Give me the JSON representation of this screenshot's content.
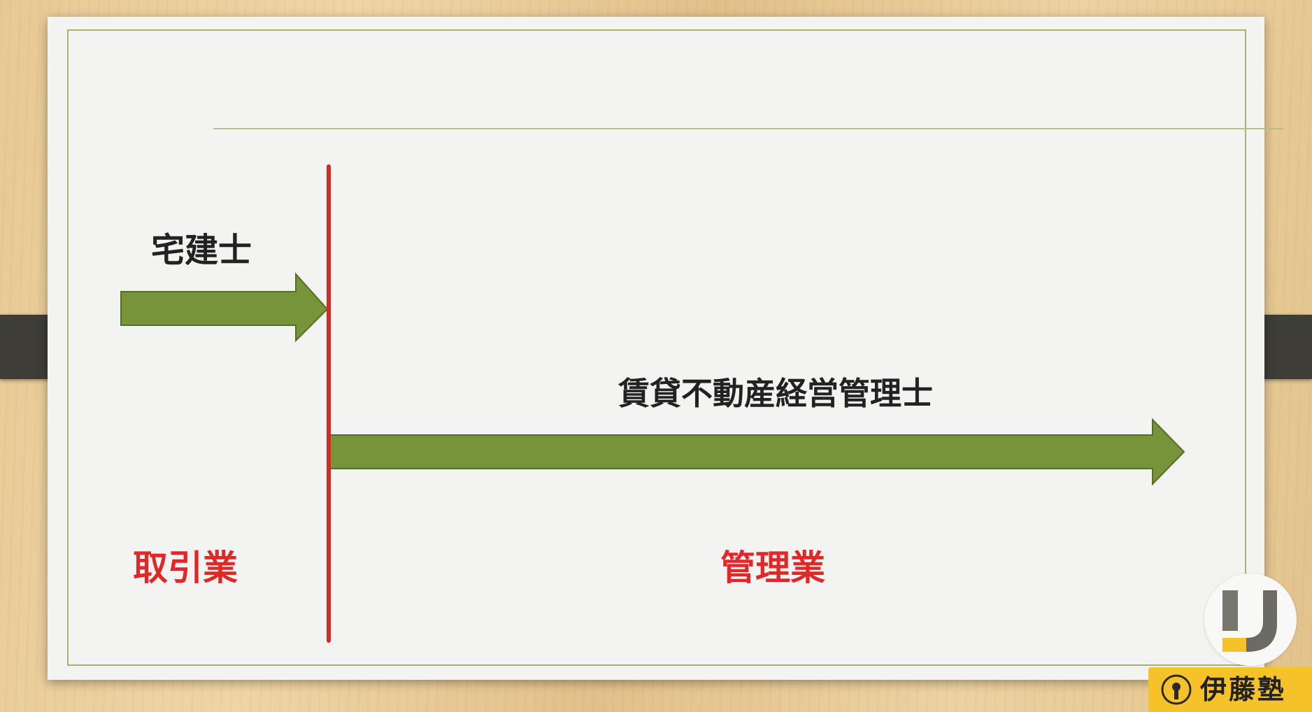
{
  "labels": {
    "takken": "宅建士",
    "chintai": "賃貸不動産経営管理士",
    "torihiki": "取引業",
    "kanri": "管理業"
  },
  "brand": {
    "name": "伊藤塾"
  },
  "colors": {
    "arrow_fill": "#77943a",
    "arrow_stroke": "#566e24",
    "divider": "#d42a2a",
    "label_red": "#e02828",
    "frame": "#a5b56e",
    "brand_yellow": "#f6c22a"
  }
}
